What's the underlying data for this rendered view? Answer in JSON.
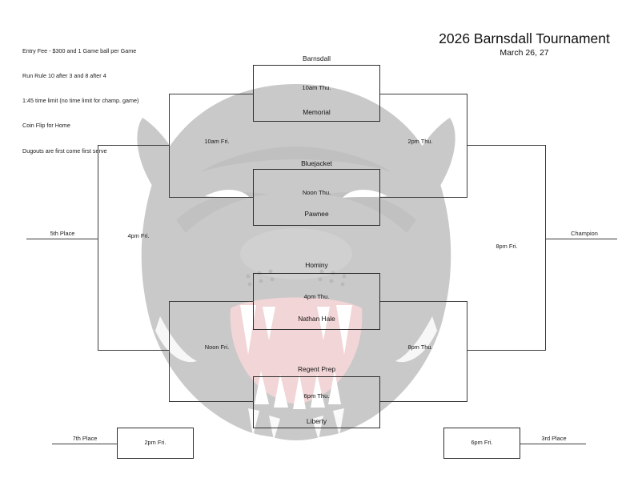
{
  "header": {
    "title": "2026 Barnsdall Tournament",
    "date": "March 26, 27"
  },
  "rules": [
    "Entry Fee - $300 and 1 Game ball per Game",
    "Run Rule 10 after 3 and 8 after 4",
    "1:45 time limit (no time limit for champ. game)",
    "Coin Flip for Home",
    "Dugouts are first come first serve"
  ],
  "bracket": {
    "round1": [
      {
        "top_team": "Barnsdall",
        "bottom_team": "Memorial",
        "time": "10am Thu."
      },
      {
        "top_team": "Bluejacket",
        "bottom_team": "Pawnee",
        "time": "Noon Thu."
      },
      {
        "top_team": "Hominy",
        "bottom_team": "Nathan Hale",
        "time": "4pm Thu."
      },
      {
        "top_team": "Regent Prep",
        "bottom_team": "Liberty",
        "time": "6pm Thu."
      }
    ],
    "winners_semis": [
      {
        "time": "2pm Thu."
      },
      {
        "time": "8pm Thu."
      }
    ],
    "losers_semis": [
      {
        "time": "10am Fri."
      },
      {
        "time": "Noon Fri."
      }
    ],
    "championship": {
      "time": "8pm Fri.",
      "label": "Champion"
    },
    "fifth_place": {
      "time": "4pm Fri.",
      "label": "5th Place"
    },
    "third_place": {
      "time": "6pm Fri.",
      "label": "3rd Place"
    },
    "seventh_place": {
      "time": "2pm Fri.",
      "label": "7th Place"
    }
  },
  "watermark": {
    "name": "panther-mascot-watermark",
    "body_color": "#9e9e9e",
    "mouth_color": "#e8b3b6",
    "tooth_color": "#ffffff"
  }
}
